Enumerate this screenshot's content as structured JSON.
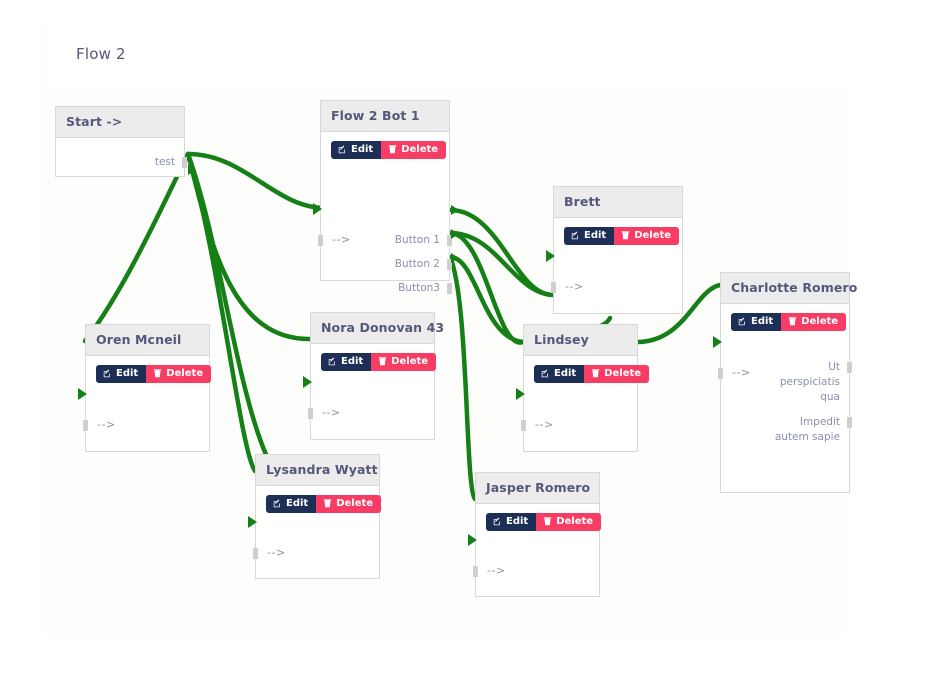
{
  "page": {
    "title": "Flow 2",
    "canvas_background": "#fdfdfc",
    "edge_color": "#158015",
    "header_background": "#ececec",
    "accent_edit": "#1d2f56",
    "accent_delete": "#f73d63",
    "port_label_color": "#8b8fae"
  },
  "buttons": {
    "edit_label": "Edit",
    "delete_label": "Delete",
    "edit_icon": "edit-square-icon",
    "delete_icon": "trash-icon"
  },
  "nodes": [
    {
      "id": "start",
      "title": "Start ->",
      "has_actions": false,
      "inputs": [],
      "outputs": [
        "test"
      ]
    },
    {
      "id": "flow2bot1",
      "title": "Flow 2 Bot 1",
      "has_actions": true,
      "inputs": [
        "-->"
      ],
      "outputs": [
        "Button 1",
        "Button 2",
        "Button3"
      ]
    },
    {
      "id": "oren",
      "title": "Oren Mcneil",
      "has_actions": true,
      "inputs": [
        "-->"
      ],
      "outputs": []
    },
    {
      "id": "nora",
      "title": "Nora Donovan 43",
      "has_actions": true,
      "inputs": [
        "-->"
      ],
      "outputs": []
    },
    {
      "id": "lysandra",
      "title": "Lysandra Wyatt",
      "has_actions": true,
      "inputs": [
        "-->"
      ],
      "outputs": []
    },
    {
      "id": "jasper",
      "title": "Jasper Romero",
      "has_actions": true,
      "inputs": [
        "-->"
      ],
      "outputs": []
    },
    {
      "id": "lindsey",
      "title": "Lindsey",
      "has_actions": true,
      "inputs": [
        "-->"
      ],
      "outputs": []
    },
    {
      "id": "brett",
      "title": "Brett",
      "has_actions": true,
      "inputs": [
        "-->"
      ],
      "outputs": []
    },
    {
      "id": "charlotte",
      "title": "Charlotte Romero",
      "has_actions": true,
      "inputs": [
        "-->"
      ],
      "outputs": [
        "Ut perspiciatis qua",
        "Impedit autem sapie"
      ]
    }
  ]
}
